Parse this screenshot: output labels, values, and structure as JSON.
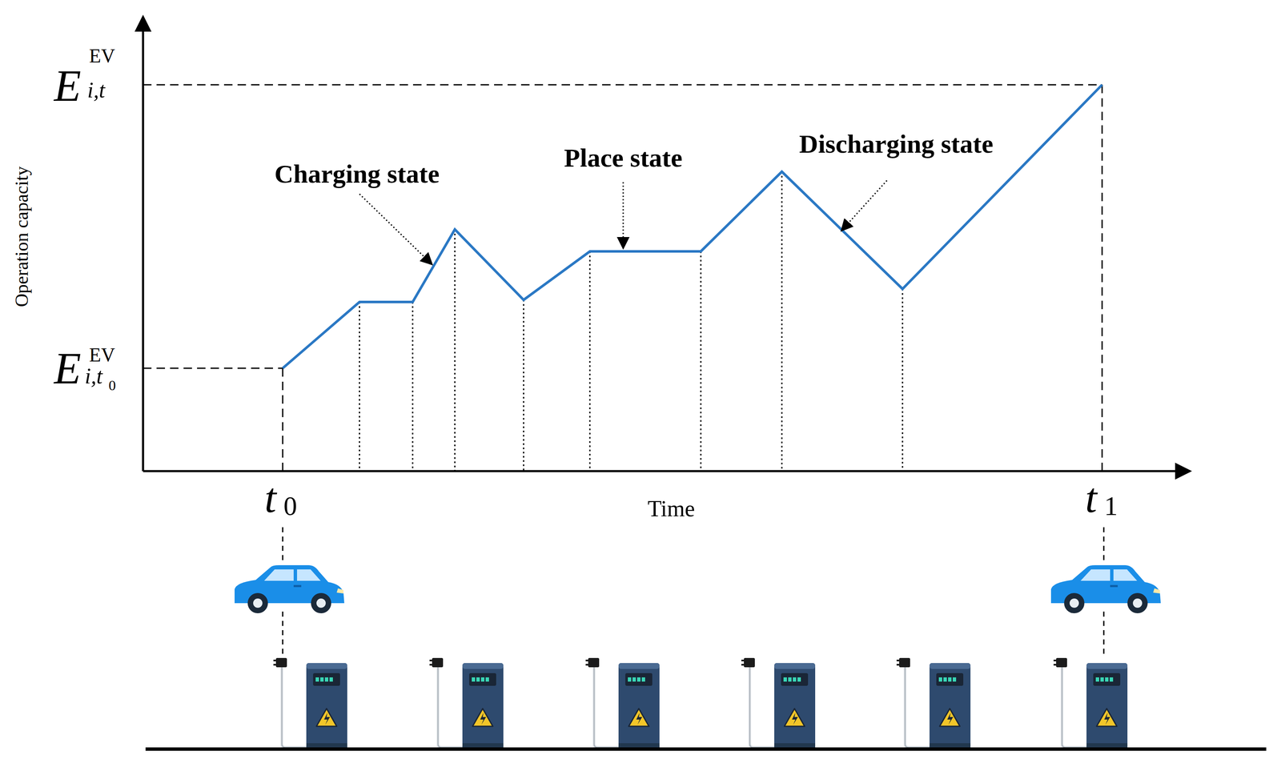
{
  "diagram": {
    "labels": [
      "E",
      "EV",
      "i,t",
      "Operation capacity",
      "Charging state",
      "Place state",
      "Discharging state",
      "E",
      "EV",
      "i,t",
      "0",
      "t",
      "0",
      "Time",
      "t",
      "1"
    ]
  }
}
